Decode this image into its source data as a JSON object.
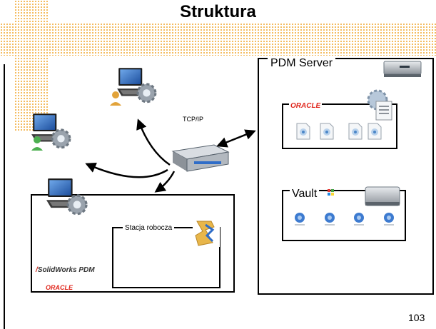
{
  "title": "Struktura",
  "page_number": "103",
  "server": {
    "label": "PDM Server"
  },
  "oracle": {
    "logo_text": "ORACLE"
  },
  "vault": {
    "label": "Vault"
  },
  "network": {
    "label": "TCP/IP"
  },
  "workstation": {
    "label": "Stacja robocza",
    "logo_text": "SolidWorks PDM"
  },
  "colors": {
    "band": "#f2b24a",
    "oracle_red": "#e0261c",
    "monitor_blue": "#2f6dc8",
    "server_gray": "#8c9299"
  }
}
